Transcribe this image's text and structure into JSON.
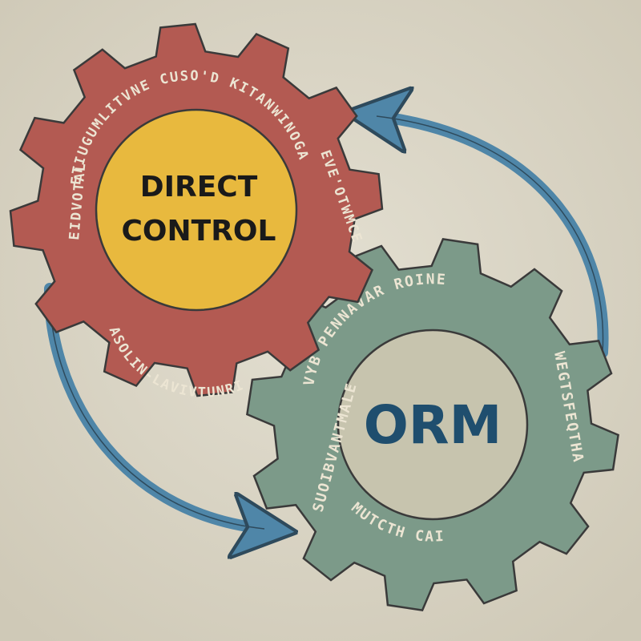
{
  "diagram": {
    "gear_left": {
      "label_line1": "DIRECT",
      "label_line2": "CONTROL",
      "ring_text_top": "ETIUGUMLITVNE CUSO'D KITANWINOGA",
      "ring_text_right": "EVE'OTWMCE",
      "ring_text_bottom": "ASOLIN-LAVIVTUNRI",
      "ring_text_left": "EIDVOTAL"
    },
    "gear_right": {
      "label": "ORM",
      "ring_text_top": "VYB PENNAVAR ROINE",
      "ring_text_right": "WEGTSFEQTHA",
      "ring_text_bottom": "MUTCTH CAI",
      "ring_text_left": "SUOIBVANTMALE"
    },
    "colors": {
      "background": "#d9d4c4",
      "gear_left_fill": "#b35a52",
      "gear_left_center": "#e8b93e",
      "gear_right_fill": "#7c9a89",
      "gear_right_center": "#c7c4ae",
      "arrow": "#4f86a8",
      "outline": "#3a3a3a",
      "ring_text": "#ece5d3",
      "orm_text": "#1f4e6e",
      "direct_text": "#1a1a1a"
    }
  }
}
